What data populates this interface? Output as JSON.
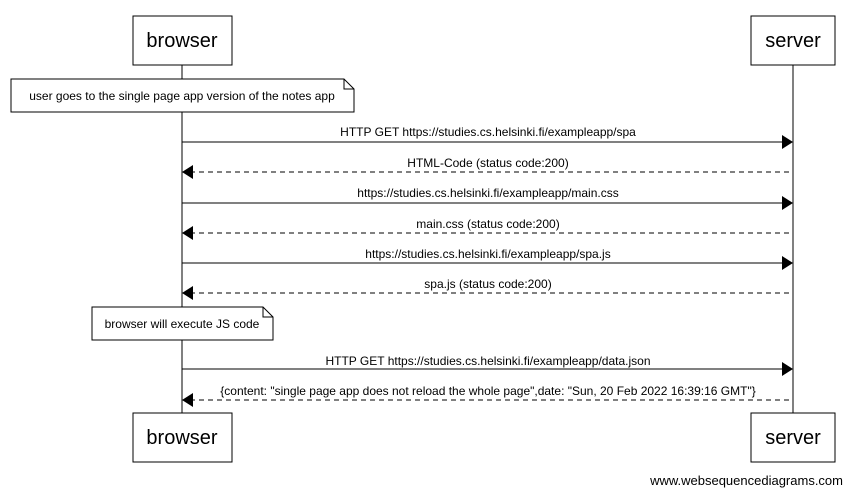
{
  "participants": [
    "browser",
    "server"
  ],
  "notes": [
    {
      "over": "browser",
      "text": "user goes to the single page app version of the notes app"
    },
    {
      "over": "browser",
      "text": "browser will execute JS code"
    }
  ],
  "messages": [
    {
      "from": "browser",
      "to": "server",
      "style": "solid",
      "text": "HTTP GET https://studies.cs.helsinki.fi/exampleapp/spa"
    },
    {
      "from": "server",
      "to": "browser",
      "style": "dashed",
      "text": "HTML-Code (status code:200)"
    },
    {
      "from": "browser",
      "to": "server",
      "style": "solid",
      "text": "https://studies.cs.helsinki.fi/exampleapp/main.css"
    },
    {
      "from": "server",
      "to": "browser",
      "style": "dashed",
      "text": "main.css (status code:200)"
    },
    {
      "from": "browser",
      "to": "server",
      "style": "solid",
      "text": "https://studies.cs.helsinki.fi/exampleapp/spa.js"
    },
    {
      "from": "server",
      "to": "browser",
      "style": "dashed",
      "text": "spa.js (status code:200)"
    },
    {
      "from": "browser",
      "to": "server",
      "style": "solid",
      "text": "HTTP GET https://studies.cs.helsinki.fi/exampleapp/data.json"
    },
    {
      "from": "server",
      "to": "browser",
      "style": "dashed",
      "text": "{content: \"single page app does not reload the whole page\",date: \"Sun, 20 Feb 2022 16:39:16 GMT\"}"
    }
  ],
  "watermark": "www.websequencediagrams.com"
}
